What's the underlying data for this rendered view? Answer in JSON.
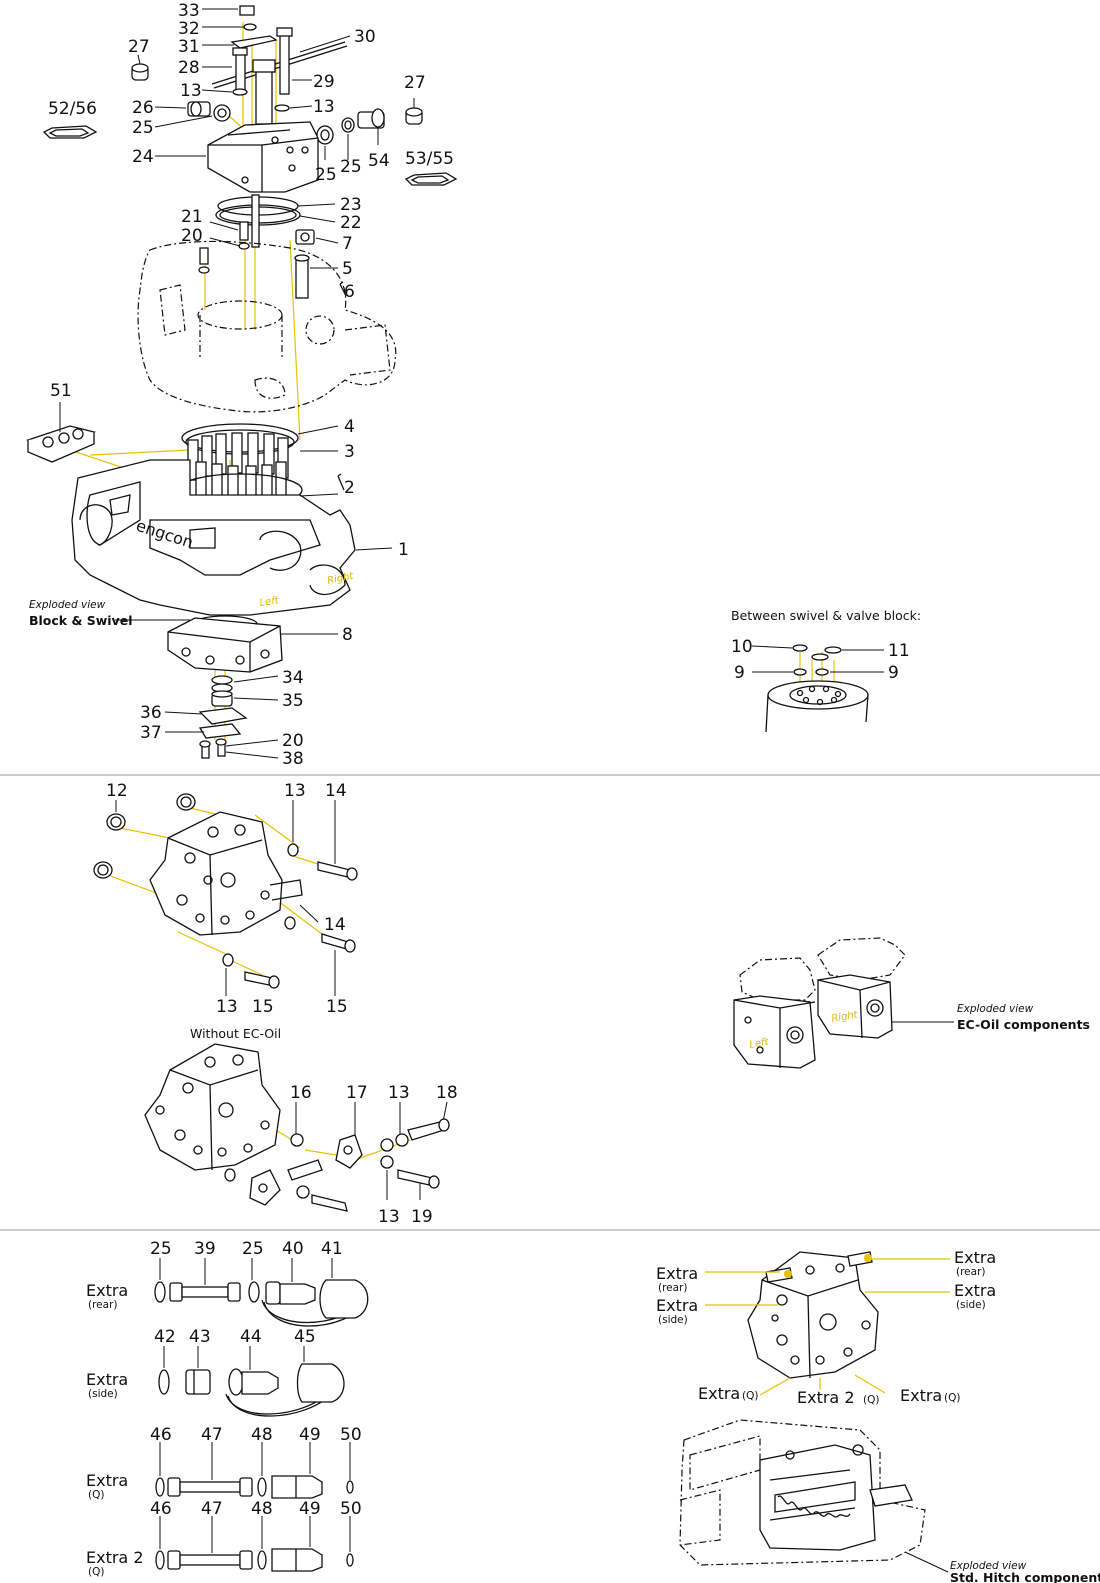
{
  "section1": {
    "labels": {
      "l33": "33",
      "l32": "32",
      "l31": "31",
      "l30": "30",
      "l28": "28",
      "l29": "29",
      "l27a": "27",
      "l27b": "27",
      "l13a": "13",
      "l13b": "13",
      "l26": "26",
      "l25a": "25",
      "l25b": "25",
      "l25c": "25",
      "l54": "54",
      "l5256": "52/56",
      "l5355": "53/55",
      "l24": "24",
      "l23": "23",
      "l22": "22",
      "l21": "21",
      "l20a": "20",
      "l7": "7",
      "l5": "5",
      "l6": "6",
      "l51": "51",
      "l4": "4",
      "l3": "3",
      "l2": "2",
      "l1": "1",
      "l8": "8",
      "l34": "34",
      "l35": "35",
      "l36": "36",
      "l37": "37",
      "l20b": "20",
      "l38": "38"
    },
    "brand_text": "engcon",
    "right_text": "Right",
    "left_text": "Left",
    "exploded_view": "Exploded view",
    "caption": "Block & Swivel",
    "between_caption": "Between swivel & valve block:",
    "between_labels": {
      "l10": "10",
      "l11": "11",
      "l9a": "9",
      "l9b": "9"
    }
  },
  "section2": {
    "labels": {
      "l12": "12",
      "l13a": "13",
      "l14a": "14",
      "l14b": "14",
      "l13b": "13",
      "l15a": "15",
      "l15b": "15",
      "l16": "16",
      "l17": "17",
      "l13c": "13",
      "l18": "18",
      "l13d": "13",
      "l19": "19"
    },
    "without_caption": "Without EC-Oil",
    "exploded_view": "Exploded view",
    "ec_caption": "EC-Oil components",
    "right_text": "Right",
    "left_text": "Left"
  },
  "section3": {
    "labels": {
      "l25a": "25",
      "l39": "39",
      "l25b": "25",
      "l40": "40",
      "l41": "41",
      "l42": "42",
      "l43": "43",
      "l44": "44",
      "l45": "45",
      "l46a": "46",
      "l47a": "47",
      "l48a": "48",
      "l49a": "49",
      "l50a": "50",
      "l46b": "46",
      "l47b": "47",
      "l48b": "48",
      "l49b": "49",
      "l50b": "50"
    },
    "rows": [
      {
        "title": "Extra",
        "sub": "(rear)"
      },
      {
        "title": "Extra",
        "sub": "(side)"
      },
      {
        "title": "Extra",
        "sub": "(Q)"
      },
      {
        "title": "Extra 2",
        "sub": "(Q)"
      }
    ],
    "callouts": {
      "left_rear_title": "Extra",
      "left_rear_sub": "(rear)",
      "left_side_title": "Extra",
      "left_side_sub": "(side)",
      "right_rear_title": "Extra",
      "right_rear_sub": "(rear)",
      "right_side_title": "Extra",
      "right_side_sub": "(side)",
      "bottom_q1": "Extra",
      "bottom_q1_sub": "(Q)",
      "bottom_2": "Extra 2",
      "bottom_2_sub": "(Q)",
      "bottom_q2": "Extra",
      "bottom_q2_sub": "(Q)"
    },
    "exploded_view": "Exploded view",
    "std_caption": "Std. Hitch components"
  }
}
